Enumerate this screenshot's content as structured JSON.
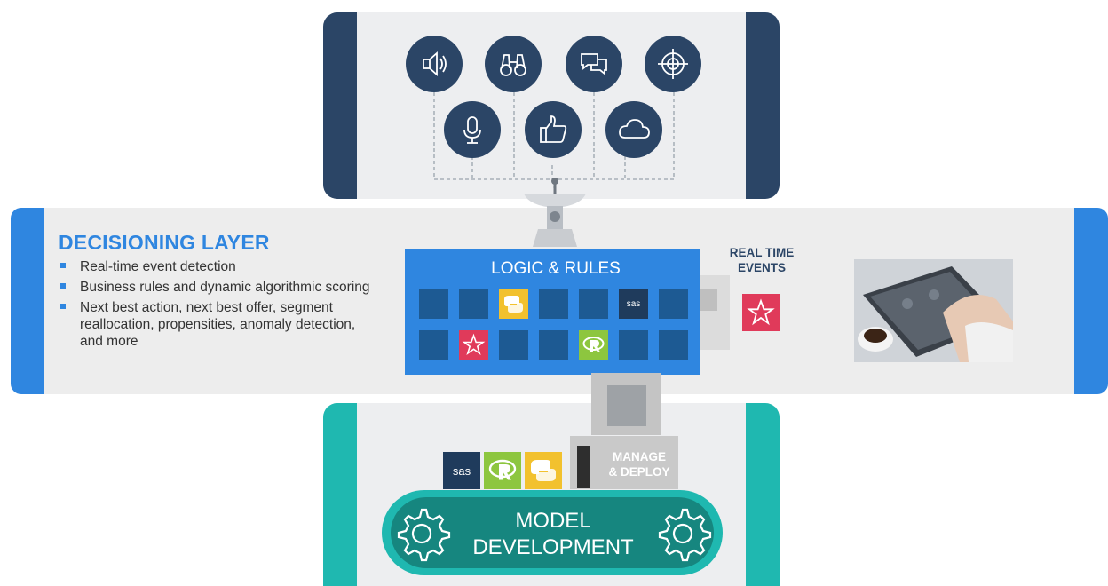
{
  "decisioning": {
    "title": "DECISIONING LAYER",
    "bullets": [
      "Real-time event detection",
      "Business rules and dynamic algorithmic scoring",
      "Next best action, next best offer, segment reallocation, propensities, anomaly detection, and more"
    ]
  },
  "logic_rules": {
    "title": "LOGIC & RULES",
    "sas_text": "sas"
  },
  "real_time_events": {
    "line1": "REAL TIME",
    "line2": "EVENTS"
  },
  "model": {
    "line1": "MODEL",
    "line2": "DEVELOPMENT"
  },
  "manage_deploy": {
    "line1": "MANAGE",
    "line2": "& DEPLOY"
  },
  "badges": {
    "sas_text": "sas"
  },
  "colors": {
    "navy": "#2b4566",
    "blue": "#2f86e0",
    "teal": "#1fb8b0",
    "dark_teal": "#16867f",
    "python_yellow": "#f2c12e",
    "star_red": "#e03a5a",
    "r_green": "#8dc63f"
  },
  "icons": [
    "speaker-icon",
    "binoculars-icon",
    "chat-icon",
    "target-icon",
    "microphone-icon",
    "thumbs-up-icon",
    "cloud-icon",
    "star-icon",
    "python-icon",
    "r-icon",
    "gear-icon",
    "satellite-dish-icon"
  ]
}
